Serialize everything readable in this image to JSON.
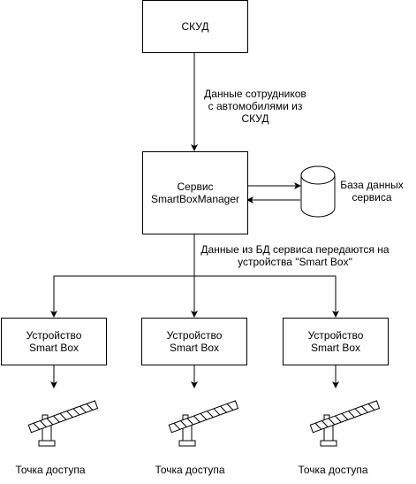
{
  "skud": {
    "label": "СКУД"
  },
  "arrow_top_label": {
    "line1": "Данные сотрудников",
    "line2": "с автомобилями из",
    "line3": "СКУД"
  },
  "service": {
    "line1": "Сервис",
    "line2": "SmartBoxManager"
  },
  "database": {
    "line1": "База данных",
    "line2": "сервиса"
  },
  "arrow_mid_label": {
    "line1": "Данные из БД сервиса передаются на",
    "line2": "устройства \"Smart Box\""
  },
  "devices": [
    {
      "line1": "Устройство",
      "line2": "Smart Box",
      "caption": "Точка доступа"
    },
    {
      "line1": "Устройство",
      "line2": "Smart Box",
      "caption": "Точка доступа"
    },
    {
      "line1": "Устройство",
      "line2": "Smart Box",
      "caption": "Точка доступа"
    }
  ],
  "colors": {
    "stroke": "#000000",
    "fill": "#ffffff",
    "barrier_fill": "#cccccc"
  }
}
